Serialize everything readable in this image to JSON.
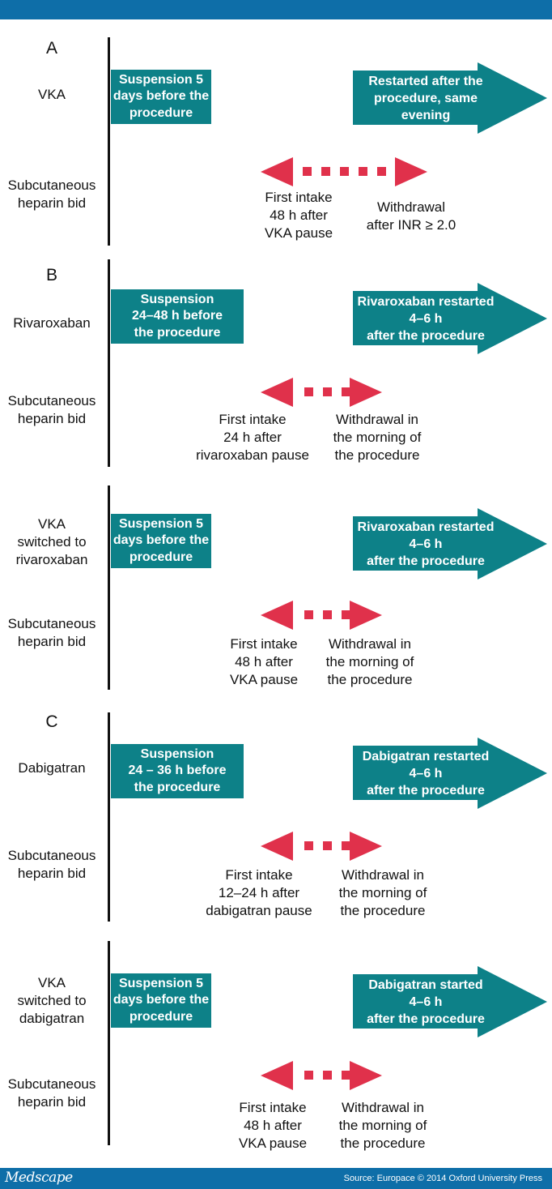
{
  "footer": {
    "brand": "Medscape",
    "source": "Source: Europace © 2014 Oxford University Press"
  },
  "colors": {
    "header_bar": "#0e6ea8",
    "teal": "#0d8188",
    "red": "#e0314b"
  },
  "sections": [
    {
      "letter": "A",
      "drug_label": [
        "VKA"
      ],
      "suspension_text": [
        "Suspension 5",
        "days before the",
        "procedure"
      ],
      "restart_text": [
        "Restarted after the",
        "procedure, same",
        "evening"
      ],
      "heparin_label": [
        "Subcutaneous",
        "heparin bid"
      ],
      "first_intake": [
        "First intake",
        "48 h after",
        "VKA pause"
      ],
      "withdrawal": [
        "Withdrawal",
        "after INR ≥ 2.0"
      ]
    },
    {
      "letter": "B",
      "drug_label": [
        "Rivaroxaban"
      ],
      "suspension_text": [
        "Suspension",
        "24–48 h before",
        "the procedure"
      ],
      "restart_text": [
        "Rivaroxaban restarted",
        "4–6 h",
        "after the procedure"
      ],
      "heparin_label": [
        "Subcutaneous",
        "heparin bid"
      ],
      "first_intake": [
        "First intake",
        "24 h after",
        "rivaroxaban pause"
      ],
      "withdrawal": [
        "Withdrawal in",
        "the morning of",
        "the procedure"
      ]
    },
    {
      "letter": "",
      "drug_label": [
        "VKA",
        "switched to",
        "rivaroxaban"
      ],
      "suspension_text": [
        "Suspension 5",
        "days before the",
        "procedure"
      ],
      "restart_text": [
        "Rivaroxaban restarted",
        "4–6 h",
        "after the procedure"
      ],
      "heparin_label": [
        "Subcutaneous",
        "heparin bid"
      ],
      "first_intake": [
        "First intake",
        "48 h after",
        "VKA pause"
      ],
      "withdrawal": [
        "Withdrawal in",
        "the morning of",
        "the procedure"
      ]
    },
    {
      "letter": "C",
      "drug_label": [
        "Dabigatran"
      ],
      "suspension_text": [
        "Suspension",
        "24 – 36 h before",
        "the procedure"
      ],
      "restart_text": [
        "Dabigatran restarted",
        "4–6 h",
        "after the procedure"
      ],
      "heparin_label": [
        "Subcutaneous",
        "heparin bid"
      ],
      "first_intake": [
        "First intake",
        "12–24 h after",
        "dabigatran pause"
      ],
      "withdrawal": [
        "Withdrawal in",
        "the morning of",
        "the procedure"
      ]
    },
    {
      "letter": "",
      "drug_label": [
        "VKA",
        "switched to",
        "dabigatran"
      ],
      "suspension_text": [
        "Suspension 5",
        "days before the",
        "procedure"
      ],
      "restart_text": [
        "Dabigatran started",
        "4–6 h",
        "after the procedure"
      ],
      "heparin_label": [
        "Subcutaneous",
        "heparin bid"
      ],
      "first_intake": [
        "First intake",
        "48 h after",
        "VKA pause"
      ],
      "withdrawal": [
        "Withdrawal in",
        "the morning of",
        "the procedure"
      ]
    }
  ]
}
